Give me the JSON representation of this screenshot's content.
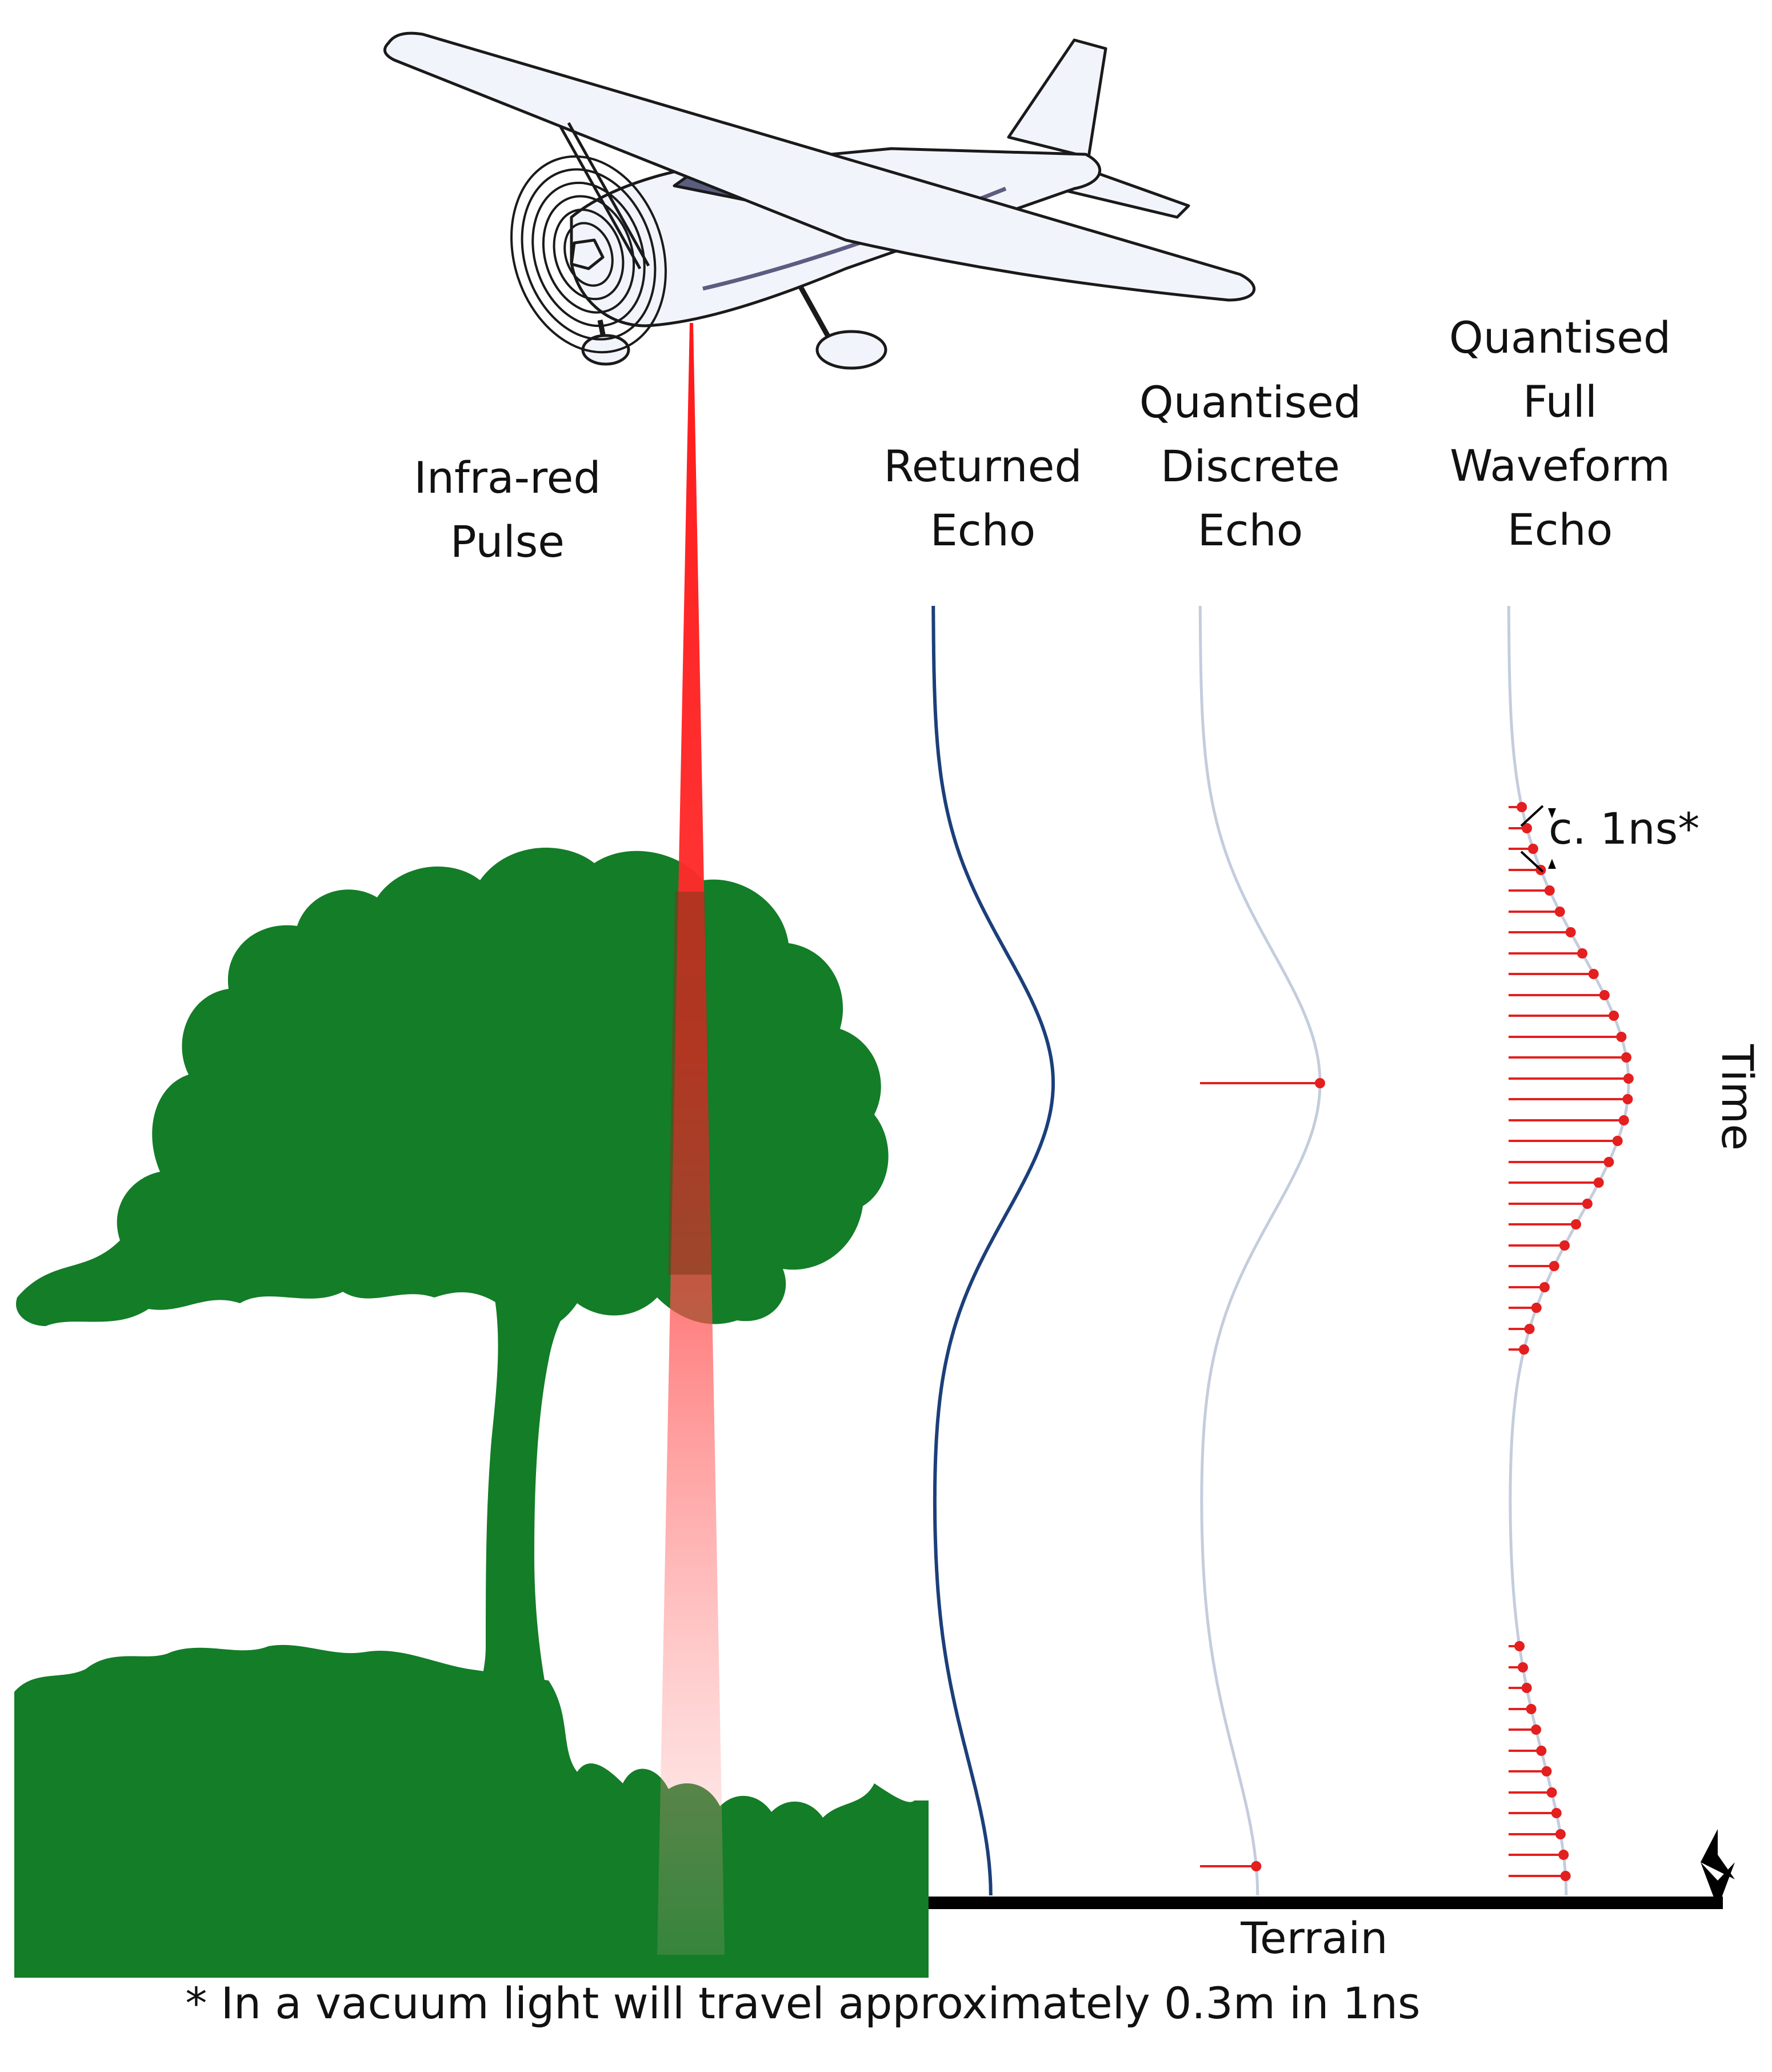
{
  "labels": {
    "pulse": [
      "Infra-red",
      "Pulse"
    ],
    "returned": [
      "Returned",
      "Echo"
    ],
    "discrete": [
      "Quantised",
      "Discrete",
      "Echo"
    ],
    "full": [
      "Quantised",
      "Full",
      "Waveform",
      "Echo"
    ],
    "time": "Time",
    "terrain": "Terrain",
    "interval": "c. 1ns*",
    "footnote": "* In a vacuum light will travel approximately 0.3m in 1ns"
  },
  "colors": {
    "tree": "#137d28",
    "pulse": "#ff2424",
    "returned_curve": "#1b3f7a",
    "ghost_curve": "#c4cddd",
    "samples": "#e41f1f",
    "terrain": "#000000",
    "plane_body": "#f2f4fb",
    "plane_window": "#5b5d80"
  },
  "icons": [
    "airplane-icon",
    "tree-icon",
    "time-arrow-icon"
  ],
  "echo_model": {
    "peaks": [
      {
        "name": "canopy",
        "amplitude": 1.0
      },
      {
        "name": "ground",
        "amplitude": 0.48
      }
    ],
    "discrete_returns": [
      "canopy",
      "ground"
    ]
  }
}
